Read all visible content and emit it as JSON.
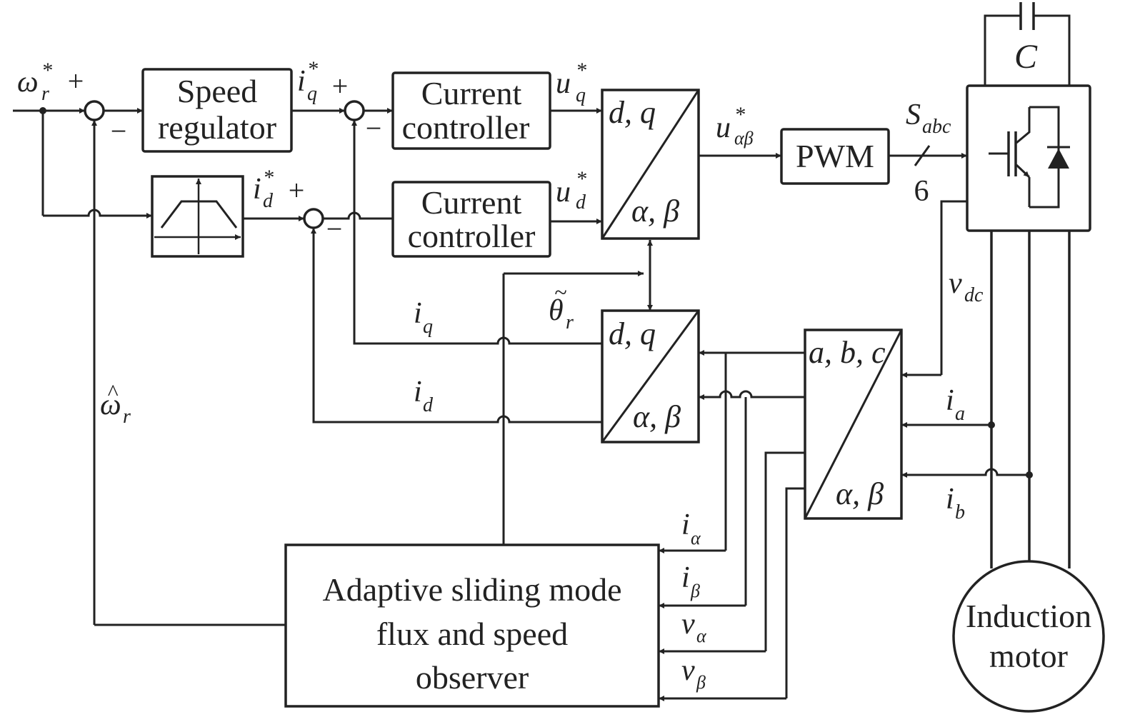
{
  "blocks": {
    "speed_regulator": [
      "Speed",
      "regulator"
    ],
    "current_controller_q": [
      "Current",
      "controller"
    ],
    "current_controller_d": [
      "Current",
      "controller"
    ],
    "pwm": "PWM",
    "observer": [
      "Adaptive sliding mode",
      "flux and speed",
      "observer"
    ],
    "motor": [
      "Induction",
      "motor"
    ],
    "dq_ab_top": {
      "top": "d, q",
      "bottom": "α, β"
    },
    "dq_ab_bottom": {
      "top": "d, q",
      "bottom": "α, β"
    },
    "abc_ab": {
      "top": "a, b, c",
      "bottom": "α, β"
    }
  },
  "signals": {
    "omega_ref": {
      "base": "ω",
      "sup": "*",
      "sub": "r"
    },
    "iq_ref": {
      "base": "i",
      "sup": "*",
      "sub": "q"
    },
    "id_ref": {
      "base": "i",
      "sup": "*",
      "sub": "d"
    },
    "uq_ref": {
      "base": "u",
      "sup": "*",
      "sub": "q"
    },
    "ud_ref": {
      "base": "u",
      "sup": "*",
      "sub": "d"
    },
    "uab_ref": {
      "base": "u",
      "sup": "*",
      "sub": "αβ"
    },
    "s_abc": {
      "base": "S",
      "sub": "abc"
    },
    "bus_count": "6",
    "capacitor": "C",
    "theta_r": {
      "base": "θ",
      "accent": "~",
      "sub": "r"
    },
    "iq": {
      "base": "i",
      "sub": "q"
    },
    "id": {
      "base": "i",
      "sub": "d"
    },
    "omega_hat": {
      "base": "ω",
      "accent": "^",
      "sub": "r"
    },
    "vdc": {
      "base": "v",
      "sub": "dc"
    },
    "ia": {
      "base": "i",
      "sub": "a"
    },
    "ib": {
      "base": "i",
      "sub": "b"
    },
    "i_alpha": {
      "base": "i",
      "sub": "α"
    },
    "i_beta": {
      "base": "i",
      "sub": "β"
    },
    "v_alpha": {
      "base": "v",
      "sub": "α"
    },
    "v_beta": {
      "base": "v",
      "sub": "β"
    }
  },
  "signs": {
    "plus": "+",
    "minus": "−"
  }
}
